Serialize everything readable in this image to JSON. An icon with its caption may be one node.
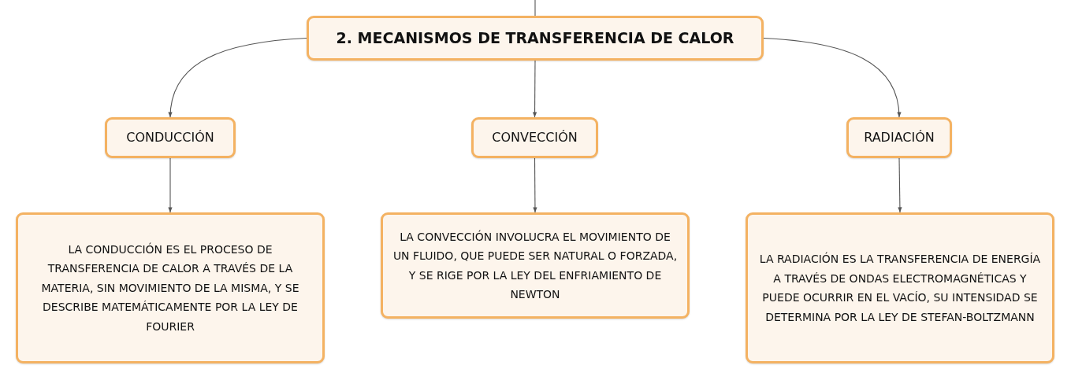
{
  "diagram": {
    "nodes": [
      {
        "text": [
          "2. MECANISMOS DE TRANSFERENCIA DE CALOR"
        ]
      },
      {
        "text": [
          "CONDUCCIÓN"
        ]
      },
      {
        "text": [
          "CONVECCIÓN"
        ]
      },
      {
        "text": [
          "RADIACIÓN"
        ]
      },
      {
        "text": [
          "LA CONDUCCIÓN ES EL PROCESO DE TRANSFERENCIA DE CALOR A TRAVÉS DE LA MATERIA, SIN MOVIMIENTO DE LA MISMA, Y SE DESCRIBE MATEMÁTICAMENTE POR LA LEY DE FOURIER"
        ]
      },
      {
        "text": [
          "LA CONVECCIÓN INVOLUCRA EL MOVIMIENTO DE UN FLUIDO, QUE PUEDE SER NATURAL O FORZADA, Y SE RIGE POR LA LEY DEL ENFRIAMIENTO DE NEWTON"
        ]
      },
      {
        "text": [
          "LA RADIACIÓN ES LA TRANSFERENCIA DE ENERGÍA A TRAVÉS DE ONDAS ELECTROMAGNÉTICAS Y PUEDE OCURRIR EN EL VACÍO, SU INTENSIDAD SE DETERMINA POR LA LEY DE STEFAN-BOLTZMANN"
        ]
      }
    ],
    "edges": [
      {
        "from": null,
        "to": 0,
        "arrow": "none"
      },
      {
        "from": 0,
        "to": 1,
        "arrow": "to"
      },
      {
        "from": 0,
        "to": 2,
        "arrow": "to"
      },
      {
        "from": 0,
        "to": 3,
        "arrow": "to"
      },
      {
        "from": 1,
        "to": 4,
        "arrow": "to"
      },
      {
        "from": 2,
        "to": 5,
        "arrow": "to"
      },
      {
        "from": 3,
        "to": 6,
        "arrow": "to"
      }
    ]
  }
}
